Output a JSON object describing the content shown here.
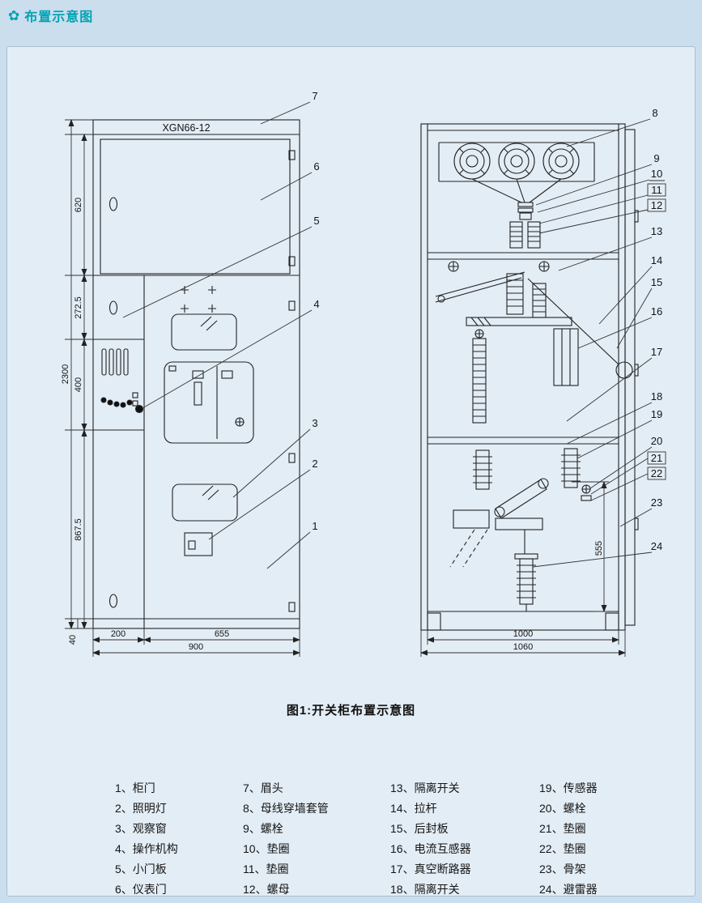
{
  "colors": {
    "accent_teal": "#00a3b4",
    "page_bg": "#cadeee",
    "panel_bg": "#e3edf5",
    "line": "#222222"
  },
  "header": {
    "icon": "✿",
    "title": "布置示意图"
  },
  "figure": {
    "caption": "图1:开关柜布置示意图"
  },
  "front_view": {
    "model": "XGN66-12",
    "callouts": [
      "1",
      "2",
      "3",
      "4",
      "5",
      "6",
      "7"
    ],
    "dims": {
      "left": [
        "620",
        "272.5",
        "400",
        "867.5"
      ],
      "total_height": "2300",
      "base": "40",
      "bottom": [
        "200",
        "655",
        "900"
      ]
    }
  },
  "side_view": {
    "callouts": [
      "8",
      "9",
      "10",
      "11",
      "12",
      "13",
      "14",
      "15",
      "16",
      "17",
      "18",
      "19",
      "20",
      "21",
      "22",
      "23",
      "24"
    ],
    "dims": {
      "inner_height": "555",
      "bottom": [
        "1000",
        "1060"
      ]
    }
  },
  "legend": {
    "col1": [
      "1、柜门",
      "2、照明灯",
      "3、观察窗",
      "4、操作机构",
      "5、小门板",
      "6、仪表门"
    ],
    "col2": [
      "7、眉头",
      "8、母线穿墙套管",
      "9、螺栓",
      "10、垫圈",
      "11、垫圈",
      "12、螺母"
    ],
    "col3": [
      "13、隔离开关",
      "14、拉杆",
      "15、后封板",
      "16、电流互感器",
      "17、真空断路器",
      "18、隔离开关"
    ],
    "col4": [
      "19、传感器",
      "20、螺栓",
      "21、垫圈",
      "22、垫圈",
      "23、骨架",
      "24、避雷器"
    ]
  }
}
